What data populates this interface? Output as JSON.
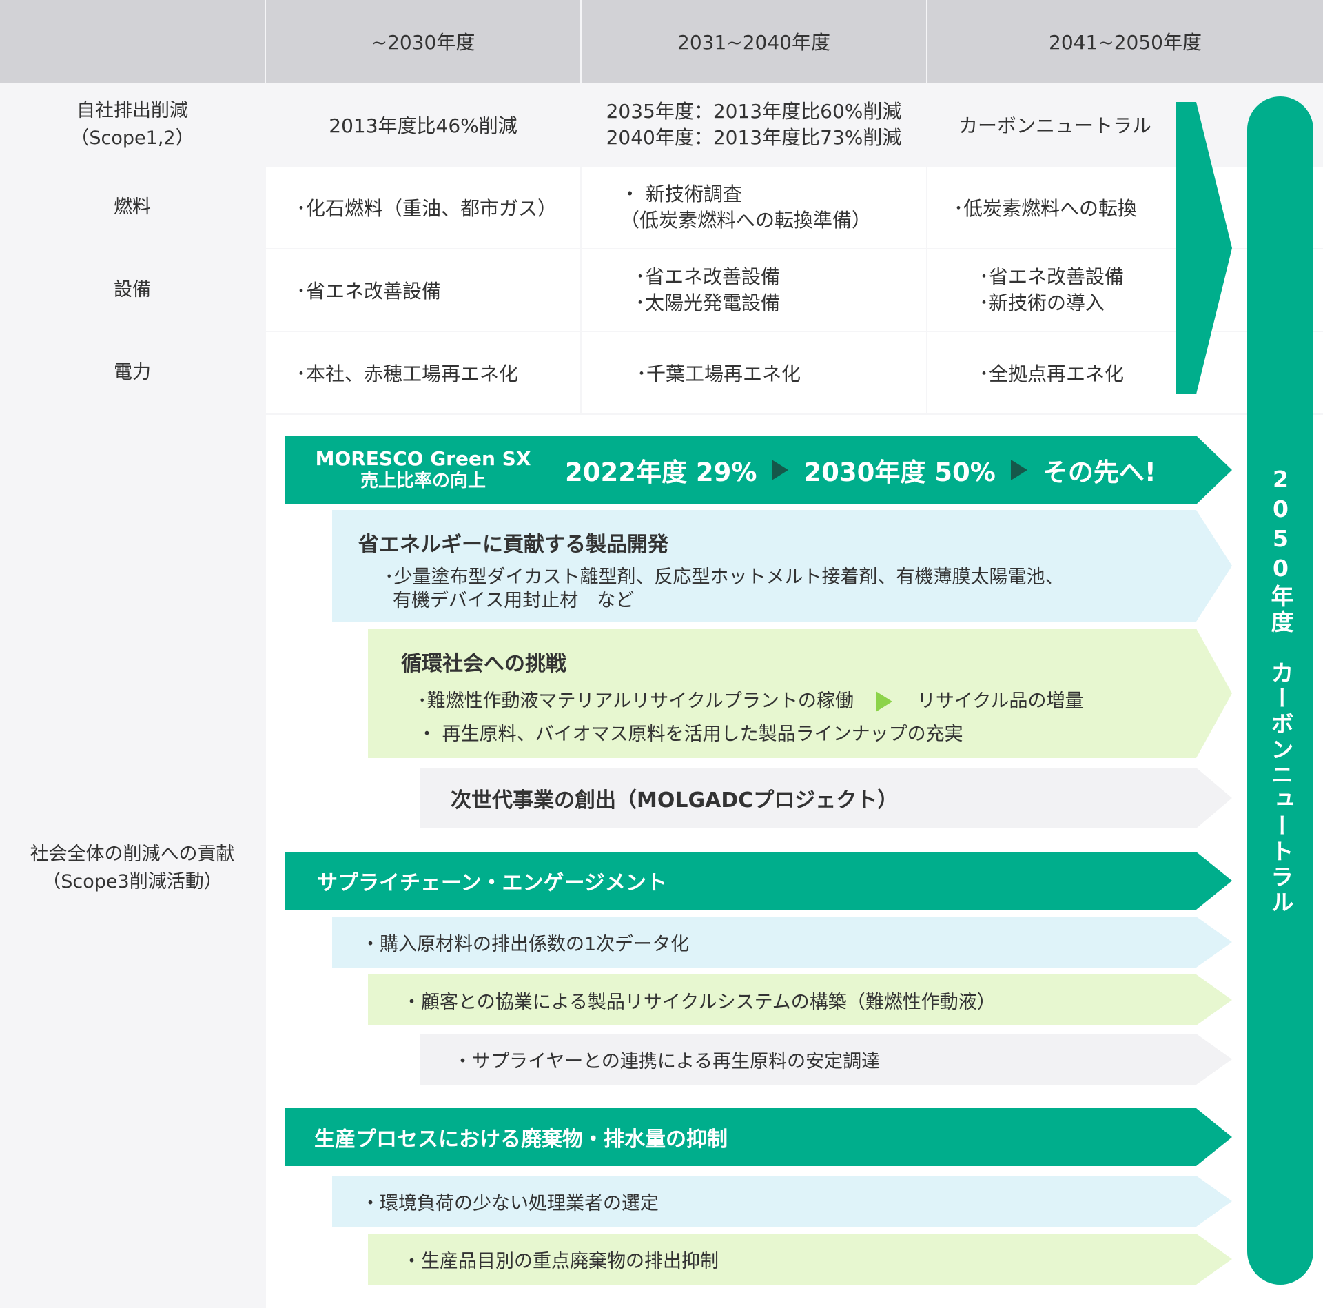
{
  "header": {
    "col1": "~2030年度",
    "col2": "2031~2040年度",
    "col3": "2041~2050年度"
  },
  "rows": {
    "scope12": {
      "label_line1": "自社排出削減",
      "label_line2": "（Scope1,2）",
      "c1": "2013年度比46%削減",
      "c2_line1": "2035年度：2013年度比60%削減",
      "c2_line2": "2040年度：2013年度比73%削減",
      "c3": "カーボンニュートラル"
    },
    "fuel": {
      "label": "燃料",
      "c1": "･化石燃料（重油、都市ガス）",
      "c2_line1": "・ 新技術調査",
      "c2_line2": "（低炭素燃料への転換準備）",
      "c3": "･低炭素燃料への転換"
    },
    "equipment": {
      "label": "設備",
      "c1": "･省エネ改善設備",
      "c2_line1": "･省エネ改善設備",
      "c2_line2": "･太陽光発電設備",
      "c3_line1": "･省エネ改善設備",
      "c3_line2": "･新技術の導入"
    },
    "power": {
      "label": "電力",
      "c1": "･本社、赤穂工場再エネ化",
      "c2": "･千葉工場再エネ化",
      "c3": "･全拠点再エネ化"
    }
  },
  "scope3": {
    "label_line1": "社会全体の削減への貢献",
    "label_line2": "（Scope3削減活動）",
    "green_sx": {
      "name_line1": "MORESCO Green SX",
      "name_line2": "売上比率の向上",
      "step1": "2022年度 29%",
      "step2": "2030年度 50%",
      "step3": "その先へ!"
    },
    "energy_saving": {
      "title": "省エネルギーに貢献する製品開発",
      "line1": "･少量塗布型ダイカスト離型剤、反応型ホットメルト接着剤、有機薄膜太陽電池、",
      "line2": "有機デバイス用封止材　など"
    },
    "circular": {
      "title": "循環社会への挑戦",
      "line1_a": "･難燃性作動液マテリアルリサイクルプラントの稼働",
      "line1_b": "リサイクル品の増量",
      "line2": "・ 再生原料、バイオマス原料を活用した製品ラインナップの充実"
    },
    "next_gen": {
      "title": "次世代事業の創出（MOLGADCプロジェクト）"
    },
    "supply_chain": {
      "title": "サプライチェーン・エンゲージメント",
      "item1": "・購入原材料の排出係数の1次データ化",
      "item2": "・顧客との協業による製品リサイクルシステムの構築（難燃性作動液）",
      "item3": "・サプライヤーとの連携による再生原料の安定調達"
    },
    "waste": {
      "title": "生産プロセスにおける廃棄物・排水量の抑制",
      "item1": "・環境負荷の少ない処理業者の選定",
      "item2": "・生産品目別の重点廃棄物の排出抑制"
    }
  },
  "goal": {
    "label": "2050年度　カーボンニュートラル"
  },
  "colors": {
    "green": "#00ae8c",
    "light_blue": "#dff3f9",
    "light_lime": "#e7f7d0",
    "light_gray": "#f2f2f4",
    "header_gray": "#d2d2d6",
    "dark_arrow": "#15584a",
    "lime_arrow": "#8cd34a"
  }
}
